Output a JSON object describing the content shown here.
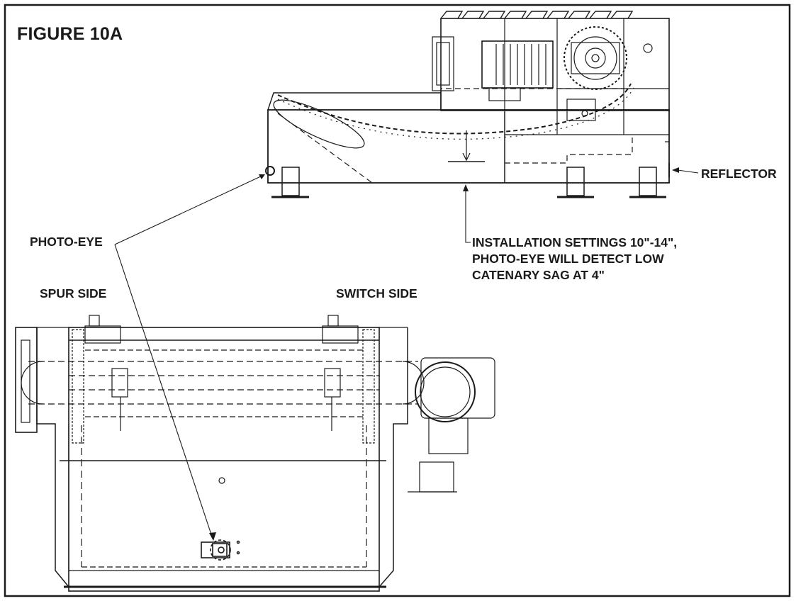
{
  "figure": {
    "title": "FIGURE 10A"
  },
  "callouts": {
    "photo_eye": "PHOTO-EYE",
    "reflector": "REFLECTOR",
    "spur_side": "SPUR SIDE",
    "switch_side": "SWITCH SIDE"
  },
  "note": {
    "lines": [
      "INSTALLATION SETTINGS 10\"-14\",",
      "PHOTO-EYE WILL DETECT LOW",
      "CATENARY SAG AT 4\""
    ]
  },
  "colors": {
    "line": "#1a1a1a",
    "border": "#111111",
    "background": "#ffffff"
  }
}
